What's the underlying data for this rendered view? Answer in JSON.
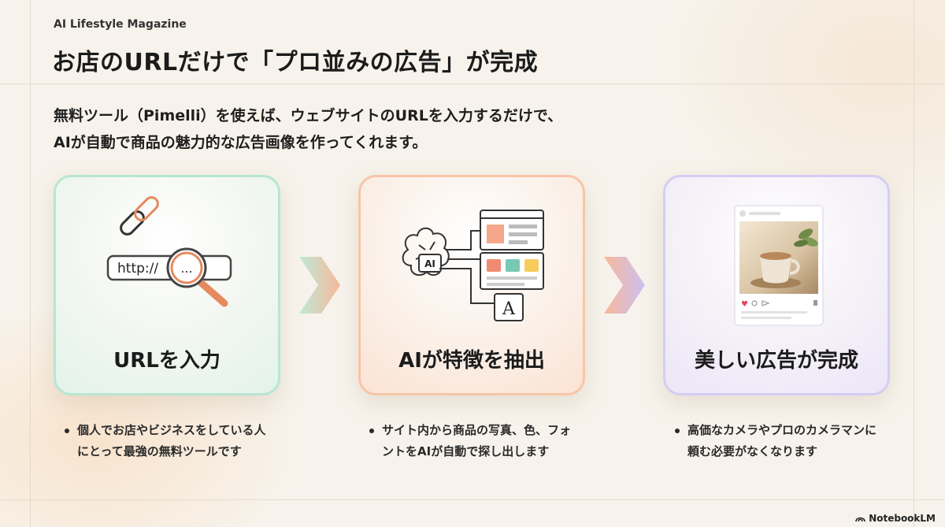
{
  "header": {
    "brand": "AI Lifestyle Magazine",
    "title": "お店のURLだけで「プロ並みの広告」が完成"
  },
  "intro": {
    "line1": "無料ツール（Pimelli）を使えば、ウェブサイトのURLを入力するだけで、",
    "line2": "AIが自動で商品の魅力的な広告画像を作ってくれます。"
  },
  "steps": [
    {
      "label": "URLを入力",
      "url_text": "http://",
      "search_text": "...",
      "bullet": "個人でお店やビジネスをしている人にとって最強の無料ツールです"
    },
    {
      "label": "AIが特徴を抽出",
      "chip_text": "AI",
      "font_glyph": "A",
      "bullet": "サイト内から商品の写真、色、フォントをAIが自動で探し出します"
    },
    {
      "label": "美しい広告が完成",
      "bullet": "高価なカメラやプロのカメラマンに頼む必要がなくなります"
    }
  ],
  "footer": {
    "label": "NotebookLM",
    "icon": "notebooklm-logo-icon"
  },
  "colors": {
    "background": "#f7f3ec",
    "card1_border": "#b7e6d2",
    "card2_border": "#f7c5a6",
    "card3_border": "#d5cdf2",
    "accent_orange": "#e58a5e"
  }
}
